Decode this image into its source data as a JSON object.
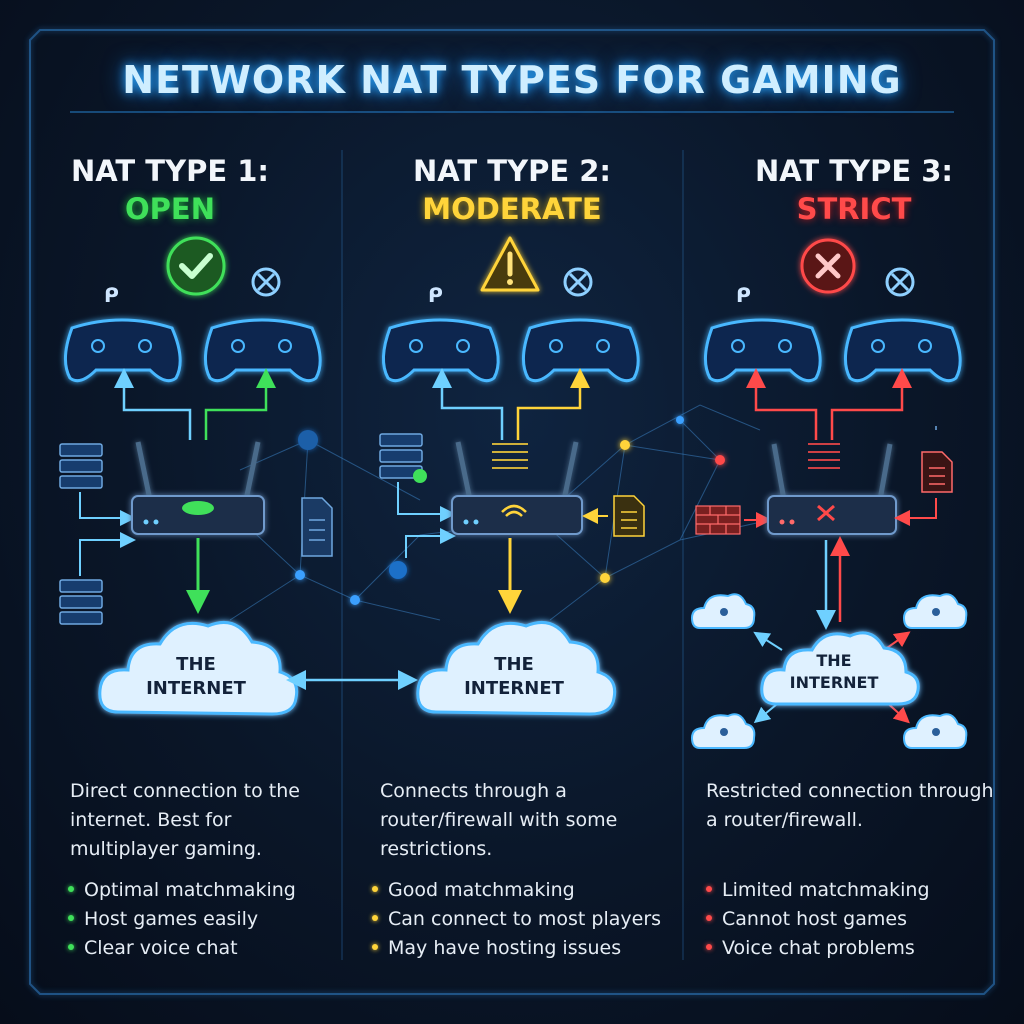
{
  "title": "NETWORK NAT TYPES FOR GAMING",
  "colors": {
    "open": "#3fe05a",
    "moderate": "#ffd43a",
    "strict": "#ff4a4a",
    "accent": "#2aa8ff"
  },
  "columns": [
    {
      "heading": "NAT TYPE 1:",
      "status": "OPEN",
      "status_icon": "check-circle-icon",
      "cloud_line1": "THE",
      "cloud_line2": "INTERNET",
      "description": "Direct connection to the internet. Best for multiplayer gaming.",
      "bullets": [
        "Optimal matchmaking",
        "Host games easily",
        "Clear voice chat"
      ]
    },
    {
      "heading": "NAT TYPE 2:",
      "status": "MODERATE",
      "status_icon": "warning-triangle-icon",
      "cloud_line1": "THE",
      "cloud_line2": "INTERNET",
      "description": "Connects through a router/firewall with some restrictions.",
      "bullets": [
        "Good matchmaking",
        "Can connect to most players",
        "May have hosting issues"
      ]
    },
    {
      "heading": "NAT TYPE 3:",
      "status": "STRICT",
      "status_icon": "x-circle-icon",
      "cloud_line1": "THE",
      "cloud_line2": "INTERNET",
      "description": "Restricted connection through a router/firewall.",
      "bullets": [
        "Limited matchmaking",
        "Cannot host games",
        "Voice chat problems"
      ]
    }
  ],
  "icons": {
    "left_console": "playstation-logo-icon",
    "right_console": "xbox-logo-icon",
    "controller": "gamepad-icon",
    "router": "router-icon",
    "server": "server-rack-icon",
    "document": "document-icon",
    "firewall": "brick-firewall-icon",
    "peer": "user-cloud-icon"
  }
}
